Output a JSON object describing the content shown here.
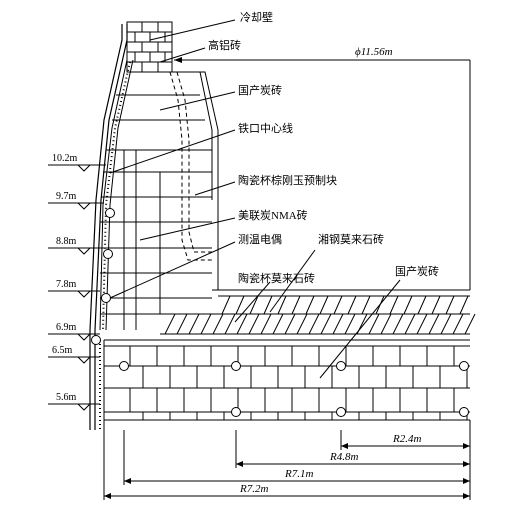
{
  "labels": {
    "cooling_wall": "冷却壁",
    "high_alumina_brick": "高铝砖",
    "domestic_carbon_brick_upper": "国产炭砖",
    "taphole_centerline": "铁口中心线",
    "ceramic_cup_corundum_block": "陶瓷杯棕刚玉预制块",
    "us_carbon_nma_brick": "美联炭NMA砖",
    "thermocouple": "测温电偶",
    "xianggang_mullite_brick": "湘钢莫来石砖",
    "ceramic_cup_mullite_brick": "陶瓷杯莫来石砖",
    "domestic_carbon_brick_lower": "国产炭砖"
  },
  "diameter": "ϕ11.56m",
  "elevations": [
    "10.2m",
    "9.7m",
    "8.8m",
    "7.8m",
    "6.9m",
    "6.5m",
    "5.6m"
  ],
  "radii": [
    "R2.4m",
    "R4.8m",
    "R7.1m",
    "R7.2m"
  ]
}
